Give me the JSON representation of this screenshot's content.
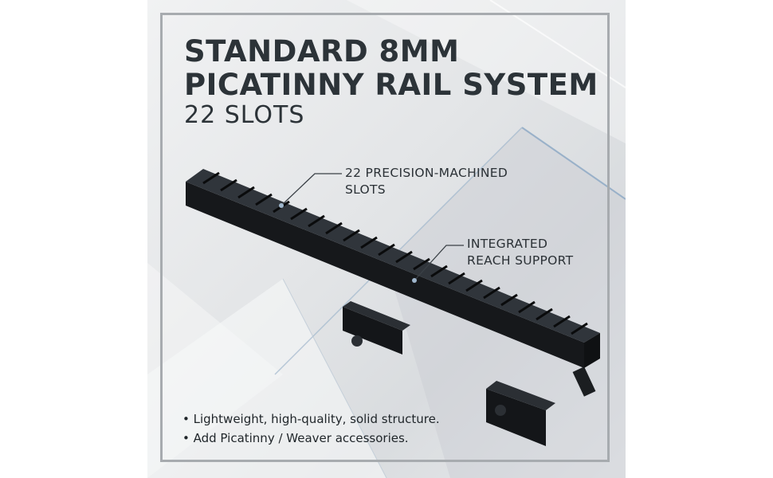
{
  "headline": {
    "line1": "STANDARD 8MM",
    "line2": "PICATINNY RAIL SYSTEM"
  },
  "subheadline": "22 SLOTS",
  "callouts": {
    "slots": {
      "line1": "22 PRECISION-MACHINED",
      "line2": "SLOTS"
    },
    "support": {
      "line1": "INTEGRATED",
      "line2": "REACH SUPPORT"
    }
  },
  "features": [
    "Lightweight, high-quality, solid structure.",
    "Add Picatinny / Weaver accessories."
  ],
  "colors": {
    "text": "#2c3338",
    "rail": "#1e2125",
    "frame": "#a7abaf",
    "accent_line": "#8aa7c4"
  }
}
